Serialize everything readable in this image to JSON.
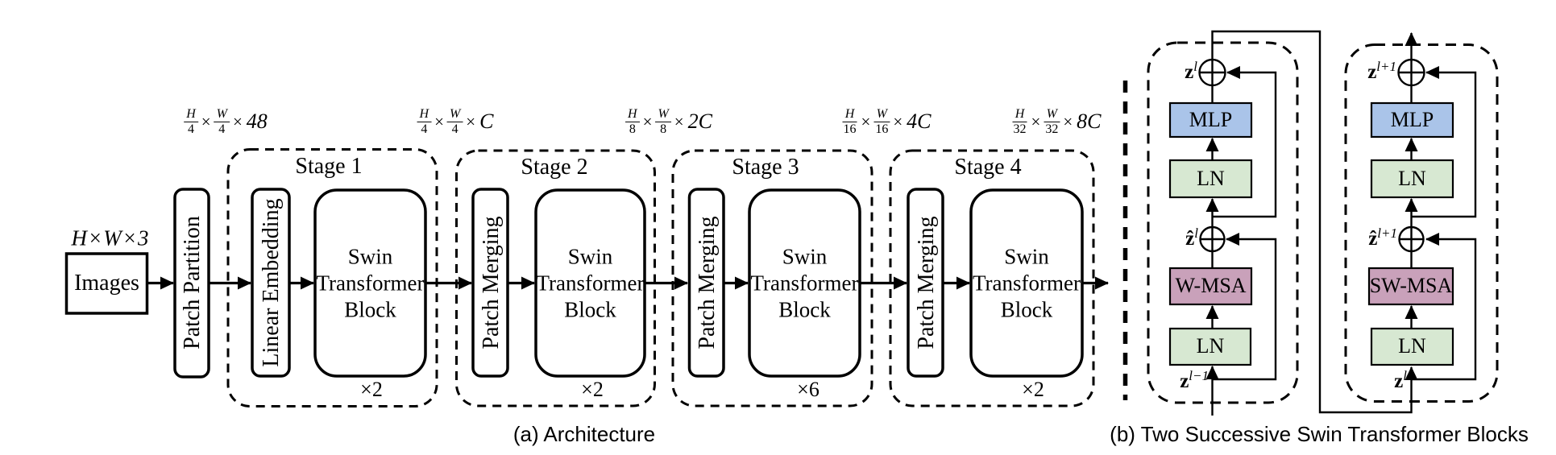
{
  "symbols": {
    "times": "×"
  },
  "panel_a": {
    "caption": "(a) Architecture",
    "input_dim": "H×W×3",
    "input_box": "Images",
    "pre_op": "Patch Partition",
    "dims": [
      {
        "h": "H",
        "h_div": "4",
        "w": "W",
        "w_div": "4",
        "mult": "48"
      },
      {
        "h": "H",
        "h_div": "4",
        "w": "W",
        "w_div": "4",
        "mult": "C"
      },
      {
        "h": "H",
        "h_div": "8",
        "w": "W",
        "w_div": "8",
        "mult": "2C"
      },
      {
        "h": "H",
        "h_div": "16",
        "w": "W",
        "w_div": "16",
        "mult": "4C"
      },
      {
        "h": "H",
        "h_div": "32",
        "w": "W",
        "w_div": "32",
        "mult": "8C"
      }
    ],
    "stages": [
      {
        "title": "Stage 1",
        "op": "Linear Embedding",
        "block": "Swin\nTransformer\nBlock",
        "repeat": "×2"
      },
      {
        "title": "Stage 2",
        "op": "Patch Merging",
        "block": "Swin\nTransformer\nBlock",
        "repeat": "×2"
      },
      {
        "title": "Stage 3",
        "op": "Patch Merging",
        "block": "Swin\nTransformer\nBlock",
        "repeat": "×6"
      },
      {
        "title": "Stage 4",
        "op": "Patch Merging",
        "block": "Swin\nTransformer\nBlock",
        "repeat": "×2"
      }
    ]
  },
  "panel_b": {
    "caption": "(b) Two Successive Swin Transformer Blocks",
    "blocks": [
      {
        "output_var": {
          "base": "z",
          "sup": "l"
        },
        "mlp": "MLP",
        "ln_top": "LN",
        "mid_var": {
          "base": "ẑ",
          "sup": "l"
        },
        "msa": "W-MSA",
        "ln_bottom": "LN",
        "input_var": {
          "base": "z",
          "sup": "l−1"
        }
      },
      {
        "output_var": {
          "base": "z",
          "sup": "l+1"
        },
        "mlp": "MLP",
        "ln_top": "LN",
        "mid_var": {
          "base": "ẑ",
          "sup": "l+1"
        },
        "msa": "SW-MSA",
        "ln_bottom": "LN",
        "input_var": {
          "base": "z",
          "sup": "l"
        }
      }
    ]
  },
  "colors": {
    "mlp_fill": "#aac4e9",
    "ln_fill": "#d7e8d2",
    "msa_fill": "#c9a1ba",
    "line": "#000000"
  }
}
